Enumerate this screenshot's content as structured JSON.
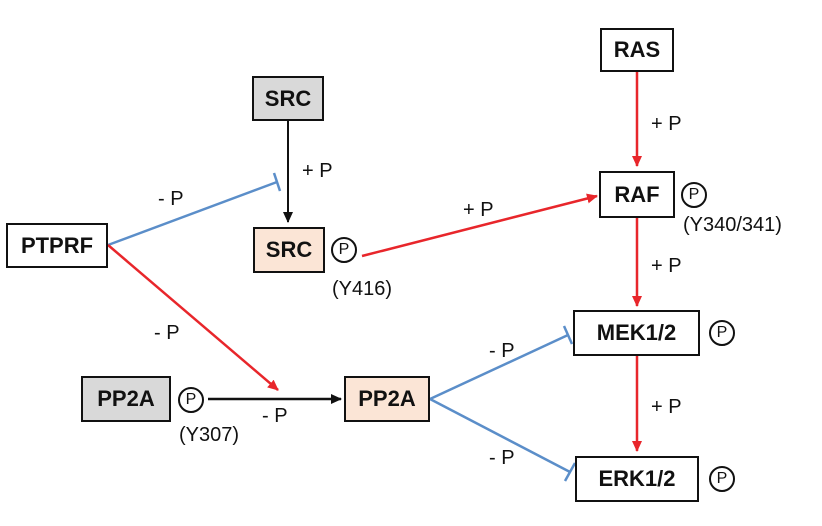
{
  "nodes": {
    "ras": "RAS",
    "src_inactive": "SRC",
    "raf": "RAF",
    "ptprf": "PTPRF",
    "src_active": "SRC",
    "mek": "MEK1/2",
    "pp2a_inactive": "PP2A",
    "pp2a_active": "PP2A",
    "erk": "ERK1/2"
  },
  "phospho_symbol": "P",
  "sites": {
    "src": "(Y416)",
    "raf": "(Y340/341)",
    "pp2a": "(Y307)"
  },
  "edge_labels": {
    "ras_raf": "+ P",
    "src_src": "+ P",
    "ptprf_src": "- P",
    "src_raf": "+ P",
    "raf_mek": "+ P",
    "ptprf_pp2a": "- P",
    "pp2a_pp2a": "- P",
    "pp2a_mek": "- P",
    "mek_erk": "+ P",
    "pp2a_erk": "- P"
  },
  "colors": {
    "activation": "#e8262b",
    "inhibition": "#5b8ec9",
    "transition": "#111111",
    "inactive_fill": "#d9d9d9",
    "active_fill": "#fbe5d6"
  },
  "edges": [
    {
      "from": "ras",
      "to": "raf",
      "type": "activation"
    },
    {
      "from": "src_inactive",
      "to": "src_active",
      "type": "transition"
    },
    {
      "from": "ptprf",
      "to": "src_inactive->src_active",
      "type": "inhibition"
    },
    {
      "from": "src_active",
      "to": "raf",
      "type": "activation"
    },
    {
      "from": "raf",
      "to": "mek",
      "type": "activation"
    },
    {
      "from": "ptprf",
      "to": "pp2a_inactive->pp2a_active",
      "type": "activation"
    },
    {
      "from": "pp2a_inactive",
      "to": "pp2a_active",
      "type": "transition"
    },
    {
      "from": "pp2a_active",
      "to": "mek",
      "type": "inhibition"
    },
    {
      "from": "mek",
      "to": "erk",
      "type": "activation"
    },
    {
      "from": "pp2a_active",
      "to": "erk",
      "type": "inhibition"
    }
  ]
}
